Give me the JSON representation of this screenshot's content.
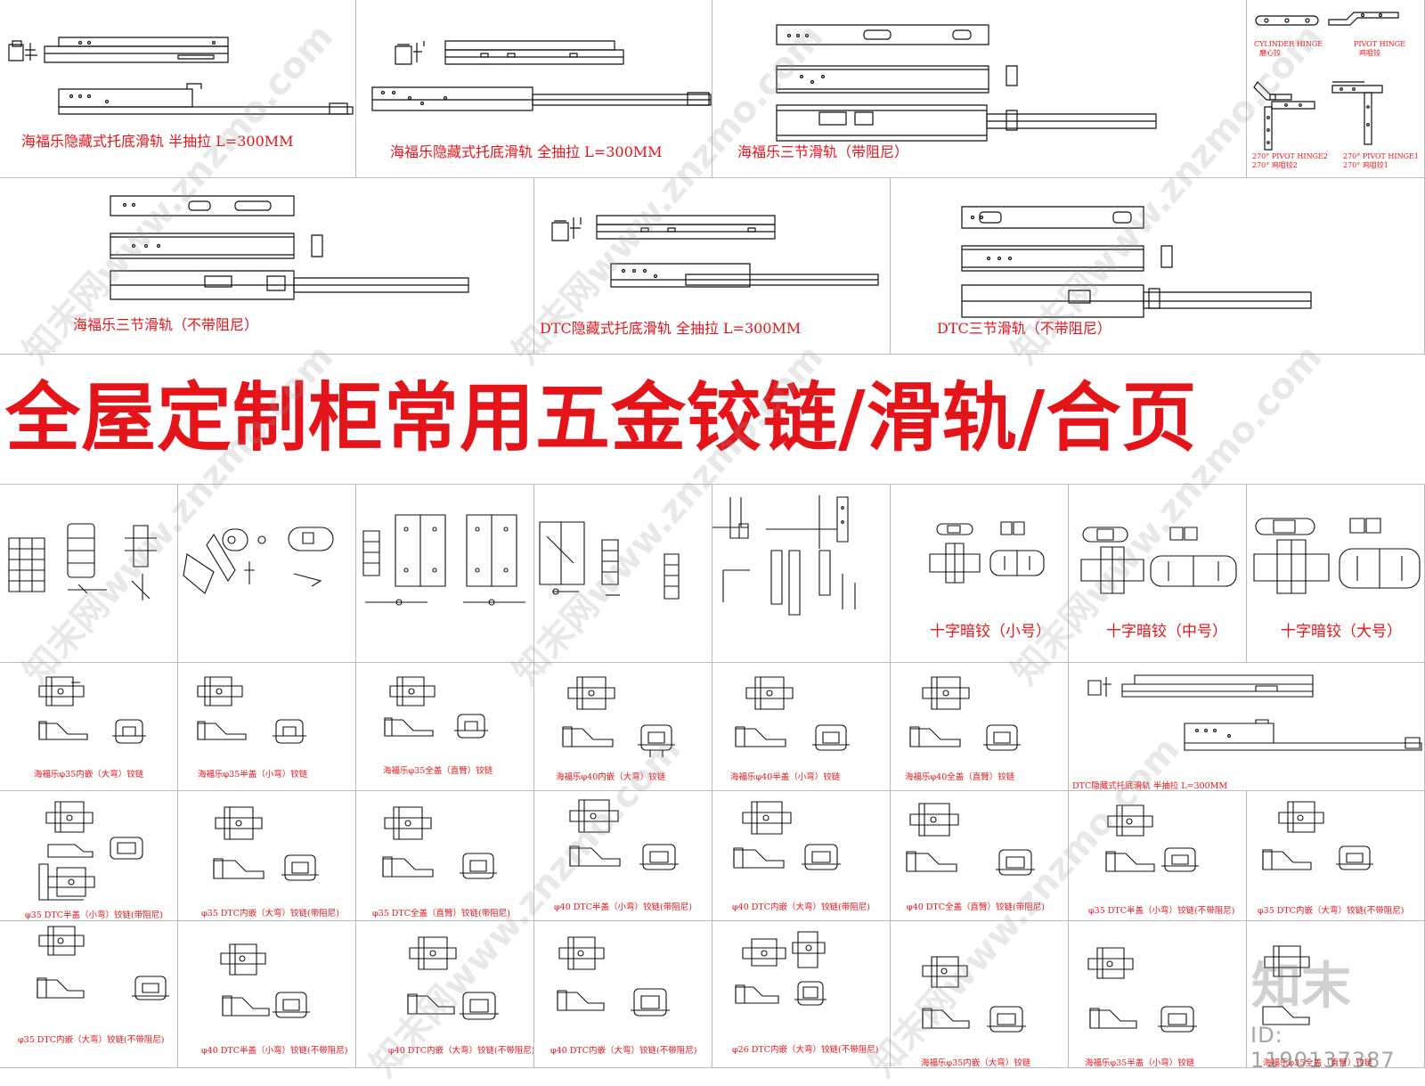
{
  "banner_title": "全屋定制柜常用五金铰链/滑轨/合页",
  "top_row": [
    "海福乐隐藏式托底滑轨 半抽拉  L=300MM",
    "海福乐隐藏式托底滑轨 全抽拉  L=300MM",
    "海福乐三节滑轨（带阻尼）"
  ],
  "hinge_box": {
    "cylinder_en": "CYLINDER HINGE",
    "cylinder_cn": "磨心铰",
    "pivot_en": "PIVOT HINGE",
    "pivot_cn": "鸡咀铰",
    "pivot2_en": "270°  PIVOT HINGE2",
    "pivot2_cn": "270°  鸡咀铰2",
    "pivot1_en": "270°  PIVOT HINGE1",
    "pivot1_cn": "270°  鸡咀铰1"
  },
  "second_row": [
    "海福乐三节滑轨（不带阻尼）",
    "DTC隐藏式托底滑轨 全抽拉  L=300MM",
    "DTC三节滑轨（不带阻尼）"
  ],
  "cross_hinges": [
    "十字暗铰（小号）",
    "十字暗铰（中号）",
    "十字暗铰（大号）"
  ],
  "row4": [
    "海福乐φ35内嵌（大弯）铰链",
    "海福乐φ35半盖（小弯）铰链",
    "海福乐φ35全盖（直臂）铰链",
    "海福乐φ40内嵌（大弯）铰链",
    "海福乐φ40半盖（小弯）铰链",
    "海福乐φ40全盖（直臂）铰链",
    "DTC隐藏式托底滑轨 半抽拉  L=300MM"
  ],
  "row5": [
    "φ35 DTC半盖（小弯）铰链(带阻尼)",
    "φ35 DTC内嵌（大弯）铰链(带阻尼)",
    "φ35 DTC全盖（直臂）铰链(带阻尼)",
    "φ40 DTC半盖（小弯）铰链(带阻尼)",
    "φ40 DTC内嵌（大弯）铰链(带阻尼)",
    "φ40 DTC全盖（直臂）铰链(带阻尼)",
    "φ35 DTC半盖（小弯）铰链(不带阻尼)",
    "φ35 DTC内嵌（大弯）铰链(不带阻尼)"
  ],
  "row6": [
    "φ35 DTC内嵌（大弯）铰链(不带阻尼)",
    "φ40 DTC半盖（小弯）铰链(不带阻尼)",
    "φ40 DTC内嵌（大弯）铰链(不带阻尼)",
    "φ40 DTC内嵌（大弯）铰链(不带阻尼)",
    "φ26 DTC内嵌（大弯）铰链(不带阻尼)",
    "海福乐φ35内嵌（大弯）铰链",
    "海福乐φ35半盖（小弯）铰链",
    "海福乐φ35全盖（直臂）铰链"
  ],
  "watermark": "知末网www.znzmo.com",
  "logo": "知末",
  "image_id": "ID: 1190137387",
  "colors": {
    "caption_red": "#e4141b",
    "line": "#111111",
    "grid": "#bdbdbd"
  }
}
